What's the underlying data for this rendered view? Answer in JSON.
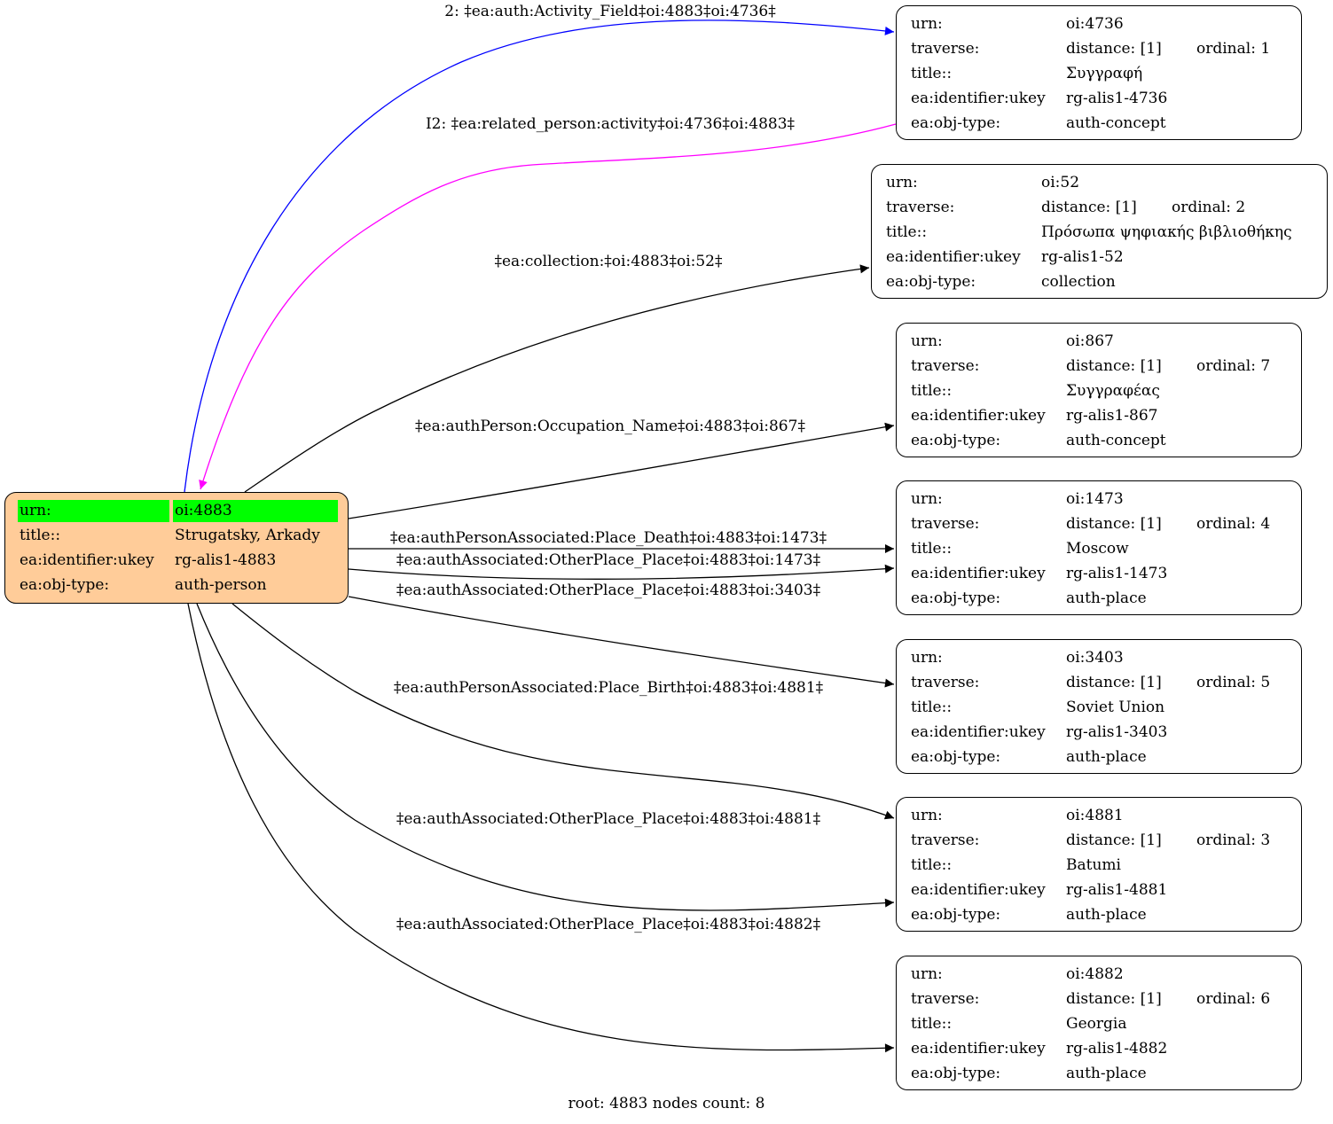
{
  "root_node": {
    "id": "oi:4883",
    "rows": [
      {
        "key": "urn:",
        "value": "oi:4883"
      },
      {
        "key": "title::",
        "value": "Strugatsky, Arkady"
      },
      {
        "key": "ea:identifier:ukey",
        "value": "rg-alis1-4883"
      },
      {
        "key": "ea:obj-type:",
        "value": "auth-person"
      }
    ],
    "fill_color": "#ffcc99",
    "highlight_color": "#00ff00"
  },
  "nodes": [
    {
      "id": "oi:4736",
      "rows": [
        {
          "key": "urn:",
          "value": "oi:4736"
        },
        {
          "key": "traverse:",
          "value": "distance: [1]",
          "extra": "ordinal: 1"
        },
        {
          "key": "title::",
          "value": "Συγγραφή"
        },
        {
          "key": "ea:identifier:ukey",
          "value": "rg-alis1-4736"
        },
        {
          "key": "ea:obj-type:",
          "value": "auth-concept"
        }
      ]
    },
    {
      "id": "oi:52",
      "rows": [
        {
          "key": "urn:",
          "value": "oi:52"
        },
        {
          "key": "traverse:",
          "value": "distance: [1]",
          "extra": "ordinal: 2"
        },
        {
          "key": "title::",
          "value": "Πρόσωπα ψηφιακής βιβλιοθήκης"
        },
        {
          "key": "ea:identifier:ukey",
          "value": "rg-alis1-52"
        },
        {
          "key": "ea:obj-type:",
          "value": "collection"
        }
      ]
    },
    {
      "id": "oi:867",
      "rows": [
        {
          "key": "urn:",
          "value": "oi:867"
        },
        {
          "key": "traverse:",
          "value": "distance: [1]",
          "extra": "ordinal: 7"
        },
        {
          "key": "title::",
          "value": "Συγγραφέας"
        },
        {
          "key": "ea:identifier:ukey",
          "value": "rg-alis1-867"
        },
        {
          "key": "ea:obj-type:",
          "value": "auth-concept"
        }
      ]
    },
    {
      "id": "oi:1473",
      "rows": [
        {
          "key": "urn:",
          "value": "oi:1473"
        },
        {
          "key": "traverse:",
          "value": "distance: [1]",
          "extra": "ordinal: 4"
        },
        {
          "key": "title::",
          "value": "Moscow"
        },
        {
          "key": "ea:identifier:ukey",
          "value": "rg-alis1-1473"
        },
        {
          "key": "ea:obj-type:",
          "value": "auth-place"
        }
      ]
    },
    {
      "id": "oi:3403",
      "rows": [
        {
          "key": "urn:",
          "value": "oi:3403"
        },
        {
          "key": "traverse:",
          "value": "distance: [1]",
          "extra": "ordinal: 5"
        },
        {
          "key": "title::",
          "value": "Soviet Union"
        },
        {
          "key": "ea:identifier:ukey",
          "value": "rg-alis1-3403"
        },
        {
          "key": "ea:obj-type:",
          "value": "auth-place"
        }
      ]
    },
    {
      "id": "oi:4881",
      "rows": [
        {
          "key": "urn:",
          "value": "oi:4881"
        },
        {
          "key": "traverse:",
          "value": "distance: [1]",
          "extra": "ordinal: 3"
        },
        {
          "key": "title::",
          "value": "Batumi"
        },
        {
          "key": "ea:identifier:ukey",
          "value": "rg-alis1-4881"
        },
        {
          "key": "ea:obj-type:",
          "value": "auth-place"
        }
      ]
    },
    {
      "id": "oi:4882",
      "rows": [
        {
          "key": "urn:",
          "value": "oi:4882"
        },
        {
          "key": "traverse:",
          "value": "distance: [1]",
          "extra": "ordinal: 6"
        },
        {
          "key": "title::",
          "value": "Georgia"
        },
        {
          "key": "ea:identifier:ukey",
          "value": "rg-alis1-4882"
        },
        {
          "key": "ea:obj-type:",
          "value": "auth-place"
        }
      ]
    }
  ],
  "edges": [
    {
      "label": "2: ‡ea:auth:Activity_Field‡oi:4883‡oi:4736‡",
      "from": "oi:4883",
      "to": "oi:4736",
      "color": "#0000ff"
    },
    {
      "label": "I2: ‡ea:related_person:activity‡oi:4736‡oi:4883‡",
      "from": "oi:4736",
      "to": "oi:4883",
      "color": "#ff00ff"
    },
    {
      "label": "‡ea:collection:‡oi:4883‡oi:52‡",
      "from": "oi:4883",
      "to": "oi:52",
      "color": "#000000"
    },
    {
      "label": "‡ea:authPerson:Occupation_Name‡oi:4883‡oi:867‡",
      "from": "oi:4883",
      "to": "oi:867",
      "color": "#000000"
    },
    {
      "label": "‡ea:authPersonAssociated:Place_Death‡oi:4883‡oi:1473‡",
      "from": "oi:4883",
      "to": "oi:1473",
      "color": "#000000"
    },
    {
      "label": "‡ea:authAssociated:OtherPlace_Place‡oi:4883‡oi:1473‡",
      "from": "oi:4883",
      "to": "oi:1473",
      "color": "#000000"
    },
    {
      "label": "‡ea:authAssociated:OtherPlace_Place‡oi:4883‡oi:3403‡",
      "from": "oi:4883",
      "to": "oi:3403",
      "color": "#000000"
    },
    {
      "label": "‡ea:authPersonAssociated:Place_Birth‡oi:4883‡oi:4881‡",
      "from": "oi:4883",
      "to": "oi:4881",
      "color": "#000000"
    },
    {
      "label": "‡ea:authAssociated:OtherPlace_Place‡oi:4883‡oi:4881‡",
      "from": "oi:4883",
      "to": "oi:4881",
      "color": "#000000"
    },
    {
      "label": "‡ea:authAssociated:OtherPlace_Place‡oi:4883‡oi:4882‡",
      "from": "oi:4883",
      "to": "oi:4882",
      "color": "#000000"
    }
  ],
  "footer": "root: 4883 nodes count: 8"
}
